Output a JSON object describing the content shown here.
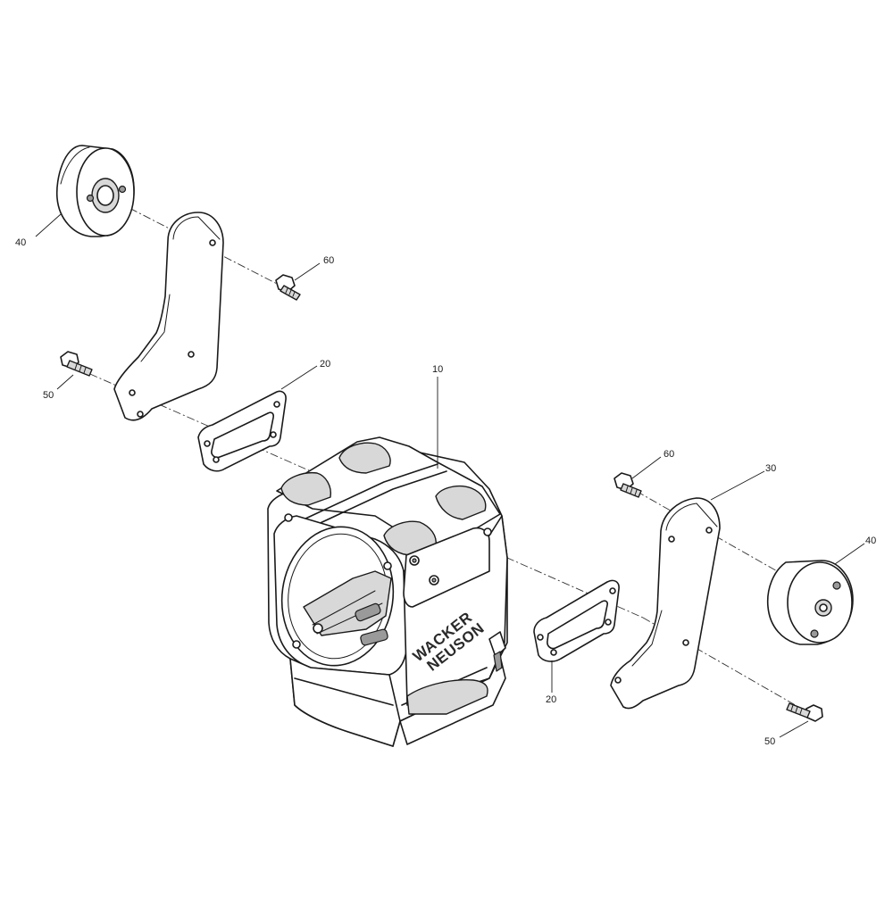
{
  "callouts": {
    "c10": "10",
    "c20_left": "20",
    "c20_right": "20",
    "c30": "30",
    "c40_left": "40",
    "c40_right": "40",
    "c50_left": "50",
    "c50_right": "50",
    "c60_left": "60",
    "c60_right": "60"
  },
  "housing": {
    "brand_line1": "WACKER",
    "brand_line2": "NEUSON"
  }
}
